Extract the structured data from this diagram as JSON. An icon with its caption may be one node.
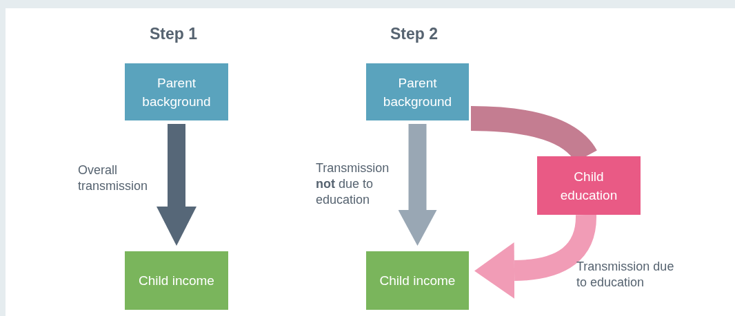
{
  "diagram": {
    "nodes": [
      {
        "text": [
          "Parent background"
        ]
      },
      {
        "text": [
          "Child income"
        ]
      },
      {
        "text": [
          "Parent background"
        ]
      },
      {
        "text": [
          "Child education"
        ]
      },
      {
        "text": [
          "Child income"
        ]
      }
    ],
    "edges": [
      {
        "from": 0,
        "to": 1,
        "arrow": "to",
        "label": "Overall transmission",
        "color": "#566778"
      },
      {
        "from": 2,
        "to": 4,
        "arrow": "to",
        "label": "Transmission **not** due to education",
        "color": "#99a7b4"
      },
      {
        "from": 2,
        "to": 3,
        "arrow": "none",
        "color": "#c47d91"
      },
      {
        "from": 3,
        "to": 4,
        "arrow": "to",
        "label": "Transmission due to education",
        "color": "#f19cb6"
      }
    ],
    "labels": [
      "Step 1",
      "Step 2"
    ]
  }
}
